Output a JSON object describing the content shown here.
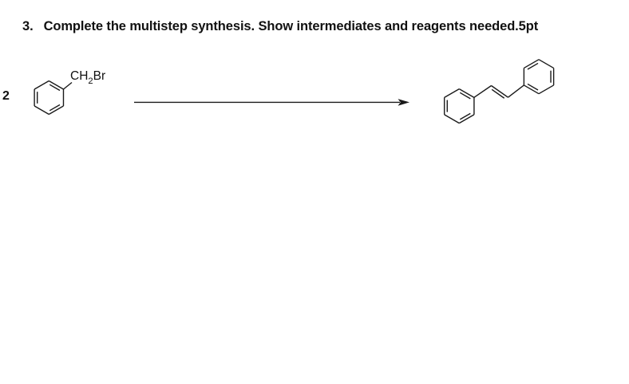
{
  "title": {
    "number": "3.",
    "text": "Complete the multistep synthesis. Show intermediates and reagents needed.5pt"
  },
  "scheme": {
    "coefficient": "2",
    "reactant": {
      "name": "benzyl bromide",
      "substituent": {
        "part1": "CH",
        "sub": "2",
        "part2": "Br"
      }
    },
    "arrow": {
      "name": "reaction-arrow"
    },
    "product": {
      "name": "trans-stilbene (1,2-diphenylethene)"
    }
  },
  "colors": {
    "ink": "#1a1a1a",
    "background": "#ffffff"
  }
}
